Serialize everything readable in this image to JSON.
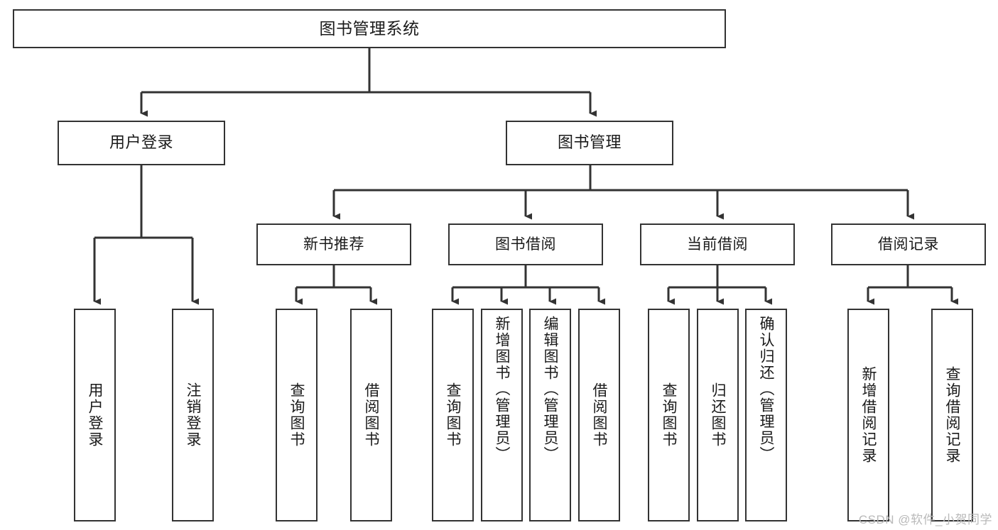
{
  "diagram": {
    "title": "图书管理系统",
    "type": "tree-hierarchy",
    "orientation": "top-down",
    "line_color": "#333333",
    "box_fill": "#ffffff",
    "text_color": "#1a1a1a"
  },
  "root": {
    "label": "图书管理系统"
  },
  "level1": [
    {
      "label": "用户登录"
    },
    {
      "label": "图书管理"
    }
  ],
  "level2": [
    {
      "label": "新书推荐"
    },
    {
      "label": "图书借阅"
    },
    {
      "label": "当前借阅"
    },
    {
      "label": "借阅记录"
    }
  ],
  "leaves": {
    "user_login": [
      {
        "label": "用户登录"
      },
      {
        "label": "注销登录"
      }
    ],
    "new_book": [
      {
        "label": "查询图书"
      },
      {
        "label": "借阅图书"
      }
    ],
    "borrow": [
      {
        "label": "查询图书"
      },
      {
        "label": "新增图书（管理员）"
      },
      {
        "label": "编辑图书（管理员）"
      },
      {
        "label": "借阅图书"
      }
    ],
    "current": [
      {
        "label": "查询图书"
      },
      {
        "label": "归还图书"
      },
      {
        "label": "确认归还（管理员）"
      }
    ],
    "records": [
      {
        "label": "新增借阅记录"
      },
      {
        "label": "查询借阅记录"
      }
    ]
  },
  "watermark": {
    "text": "CSDN @软件_小贺同学"
  }
}
